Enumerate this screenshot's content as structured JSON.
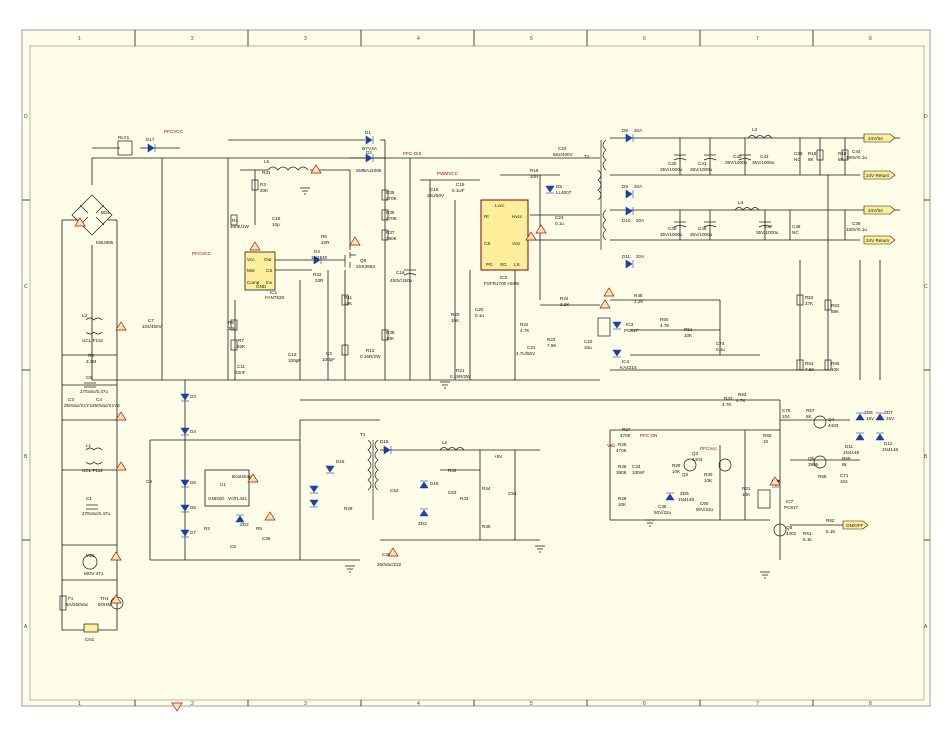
{
  "sheet": {
    "background": "#fefee8",
    "border": "#888888",
    "grid_top": [
      "1",
      "2",
      "3",
      "4",
      "5",
      "6",
      "7",
      "8"
    ],
    "grid_side": [
      "D",
      "C",
      "B",
      "A"
    ]
  },
  "colors": {
    "wire": "#1a1a1a",
    "diode": "#1d3fa6",
    "net_label": "#b00000",
    "ic_fill": "#ffef9a",
    "port_fill": "#ffef9a",
    "warn": "#ffe9b0"
  },
  "ics": {
    "ic1": {
      "ref": "IC1",
      "part": "FAN7530",
      "pins": [
        "Vcc",
        "Out",
        "Mot",
        "CS",
        "Comp",
        "GND",
        "Inv"
      ]
    },
    "ic2": {
      "ref": "IC2",
      "part": "FSFR1700 HS08",
      "pins": [
        "Rt",
        "Lvcc",
        "Hvcc",
        "Vctr",
        "CS",
        "PG",
        "SG",
        "LS"
      ]
    },
    "u1": {
      "ref": "U1",
      "part": "TL431",
      "pins": [
        "Bootstrap",
        "GND",
        "SD",
        "Vcc",
        "Vcc",
        "Vcc"
      ]
    }
  },
  "ports": {
    "p24v_a": "24V/5A",
    "p24v_ret_a": "24V Return",
    "p24v_b": "24V/5A",
    "p24v_ret_b": "24V Return",
    "on_off": "ON/OFF",
    "cn1": "CN1"
  },
  "nets": {
    "pfc_vcc": "PFCVCC",
    "pfc_v2": "PFCVCC",
    "pfc_out": "PFC O/S",
    "pwm_vcc": "PWMVCC",
    "pfc_on": "PFC ON",
    "vsb": "Vsb",
    "pfc_vcc2": "PFCVcc",
    "p5v": "+5V"
  },
  "labels": {
    "lp": {
      "f1": "F1",
      "f1v": "5A/250Vac",
      "th1": "TH1",
      "th1v": "5OHM",
      "vz1": "VZ1",
      "vz1v": "MOV 471",
      "c1": "C1",
      "c1v": "275Vac/0.47u",
      "l1": "L1",
      "l1v": "UCL-F112",
      "c3": "C3",
      "c3v": "250Vac/X1Y2",
      "c4": "C4",
      "c4v": "250Vac/X1Y2",
      "c5": "C5",
      "c5v": "275Vac/0.47u",
      "r9": "R9",
      "r9v": "3.3M",
      "l3": "L3",
      "l3v": "UCL-F112",
      "bd1": "BD1",
      "bd1v": "KBU806",
      "c7": "C7",
      "c7v": "104/450V",
      "rly": "RLY1",
      "d17": "D17"
    },
    "pfc": {
      "l5": "L5",
      "r3": "R3",
      "r3v": "20K",
      "r4": "R4",
      "r4v": "100K/1W",
      "c15": "C15",
      "c15v": "10p",
      "d1": "D1",
      "d1v": "BYV4A",
      "d2": "D2",
      "d2v": "SMBA11065",
      "d4": "D4",
      "d4v": "1N4148",
      "r6": "R6",
      "r6v": "22R",
      "r32": "R32",
      "r32v": "33R",
      "q6": "Q6",
      "q6v": "2SK3663",
      "r8": "R8",
      "r8v": "10K",
      "r7": "R7",
      "r7v": "62K",
      "c11": "C11",
      "c11v": "22nF",
      "c13": "C13",
      "c13v": "100pF",
      "c2": "C2",
      "c2v": "100pF",
      "r11": "R11",
      "r11v": "10K",
      "r13": "R13",
      "r13v": "0.15R/2W",
      "r35": "R35",
      "r35v": "470K",
      "r36": "R36",
      "r36v": "470K",
      "r37": "R37",
      "r37v": "390K",
      "r38": "R38",
      "r38v": "10K",
      "c16": "C16",
      "c16v": "450V/150u",
      "r31": "R31"
    },
    "llc": {
      "c18": "C18",
      "c18v": "22u/50V",
      "c19": "C19",
      "c19v": "0.1UF",
      "r19": "R19",
      "r19v": "10R",
      "d5": "D5",
      "d5v": "LL4007",
      "c23": "C23",
      "c23v": "562/400V",
      "c24": "C24",
      "c24v": "0.1u",
      "t2": "T2",
      "r20": "R20",
      "r20v": "10K",
      "c20": "C20",
      "c20v": "0.1u",
      "r21": "R21",
      "r21v": "0.15R/2W",
      "r22": "R22",
      "r22v": "4.7K",
      "r23": "R23",
      "r23v": "7.5K",
      "c21": "C21",
      "c21v": "4.7U/50V",
      "r24": "R24",
      "r24v": "2.2K",
      "c22": "C22",
      "c22v": "10u",
      "ic3": "IC3",
      "ic3v": "PC817",
      "ic4": "IC4",
      "ic4v": "KA431S",
      "r48": "R48",
      "r48v": "2.2K",
      "r50": "R50",
      "r50v": "4.7K",
      "r51": "R51",
      "r51v": "10K",
      "c74": "C74",
      "c74v": "0.1u"
    },
    "out": {
      "d8": "D8",
      "d8v": "20A",
      "d9": "D9",
      "d9v": "20A",
      "d10": "D10",
      "d10v": "20A",
      "d11": "D11",
      "d11v": "20A",
      "l3": "L3",
      "l4": "L4",
      "c40": "C40",
      "c40v": "35V/1000u",
      "c41": "C41",
      "c41v": "35V/1000u",
      "c42": "C42",
      "c42v": "35V/1000u",
      "c43": "C43",
      "c43v": "35V/1000u",
      "c44": "C44",
      "c44v": "100V/0.1u",
      "c29": "C29",
      "c29v": "NC",
      "r16": "R16",
      "r16v": "8K",
      "r17": "R17",
      "r17v": "8K",
      "r18": "R18",
      "r18v": "8K",
      "c45": "C45",
      "c45v": "35V/1000u",
      "c46": "C46",
      "c46v": "35V/1000u",
      "c47": "C47",
      "c47v": "35V/1000u",
      "c48": "C48",
      "c48v": "NC",
      "c39": "C39",
      "c39v": "100V/0.1u",
      "r52": "R52",
      "r52v": "27K",
      "r53": "R53",
      "r53v": "68K",
      "r54": "R54",
      "r54v": "7.5K",
      "r55": "R55",
      "r55v": "10K"
    },
    "sb": {
      "d3": "D3",
      "d4": "D4",
      "d5": "D5",
      "d6": "D6",
      "d7": "D7",
      "c9": "C9",
      "r2": "R2",
      "r5": "R5",
      "c8": "C8",
      "zd2": "ZD2",
      "c36": "C36",
      "t1": "T1",
      "c37": "C37",
      "c37v": "250Vac/222",
      "d15": "D15",
      "d16": "D16",
      "l2": "L2",
      "r29": "R29",
      "c52": "C52",
      "c53": "C53",
      "c54": "C54",
      "r42": "R42",
      "r43": "R43",
      "r44": "R44",
      "r45": "R45",
      "d18": "D18",
      "zd3": "ZD3"
    },
    "ctl": {
      "r27": "R27",
      "r27v": "470K",
      "r25": "R25",
      "r25v": "470K",
      "r26": "R26",
      "r26v": "390K",
      "c34": "C34",
      "c34v": "100nF",
      "r28": "R28",
      "r28v": "10K",
      "r29": "R29",
      "r29v": "10K",
      "q2": "Q2",
      "q3": "Q3",
      "q3v": "4403",
      "c35": "C35",
      "c35v": "50V/22u",
      "r30": "R30",
      "r30v": "10K",
      "r31": "R31",
      "r31v": "10K",
      "zd5": "ZD5",
      "zd5v": "1N4148",
      "c60": "C60",
      "c60v": "50V/22u",
      "r33": "R33",
      "r33v": "4.7K",
      "r63": "R63",
      "r63v": "4.7K",
      "ic7": "IC7",
      "ic7v": "PC817",
      "r60": "R60",
      "r60v": "10",
      "c75": "C75",
      "c75v": "104",
      "q4": "Q4",
      "q4v": "4403",
      "r57": "R57",
      "r57v": "8K",
      "q5": "Q5",
      "q5v": "3906",
      "c71": "C71",
      "c71v": "104",
      "r59": "R59",
      "r59v": "8k",
      "r61": "R61",
      "r61v": "5.1k",
      "q8": "Q8",
      "q8v": "4401",
      "r62": "R62",
      "r62v": "5.1K",
      "d11": "D11",
      "d11v": "1N4148",
      "d12": "D12",
      "d12v": "1N4148",
      "zd6": "ZD6",
      "zd6v": "15V",
      "zd7": "ZD7",
      "zd7v": "15V",
      "r58": "R58"
    }
  }
}
